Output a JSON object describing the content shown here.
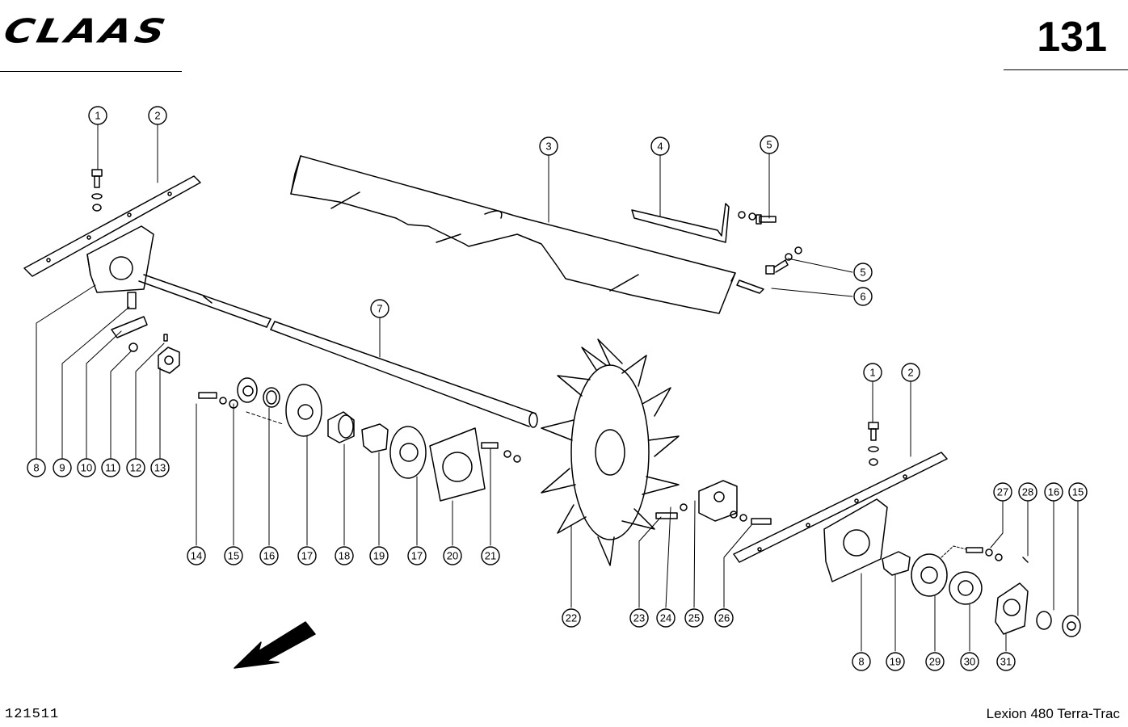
{
  "header": {
    "brand": "CLAAS",
    "page_number": "131"
  },
  "footer": {
    "doc_id": "121511",
    "model": "Lexion 480 Terra-Trac"
  },
  "callouts": [
    {
      "id": "c1a",
      "label": "1"
    },
    {
      "id": "c2a",
      "label": "2"
    },
    {
      "id": "c3",
      "label": "3"
    },
    {
      "id": "c4",
      "label": "4"
    },
    {
      "id": "c5a",
      "label": "5"
    },
    {
      "id": "c5b",
      "label": "5"
    },
    {
      "id": "c6",
      "label": "6"
    },
    {
      "id": "c7",
      "label": "7"
    },
    {
      "id": "c8a",
      "label": "8"
    },
    {
      "id": "c9",
      "label": "9"
    },
    {
      "id": "c10",
      "label": "10"
    },
    {
      "id": "c11",
      "label": "11"
    },
    {
      "id": "c12",
      "label": "12"
    },
    {
      "id": "c13",
      "label": "13"
    },
    {
      "id": "c14",
      "label": "14"
    },
    {
      "id": "c15a",
      "label": "15"
    },
    {
      "id": "c16a",
      "label": "16"
    },
    {
      "id": "c17a",
      "label": "17"
    },
    {
      "id": "c18",
      "label": "18"
    },
    {
      "id": "c19a",
      "label": "19"
    },
    {
      "id": "c17b",
      "label": "17"
    },
    {
      "id": "c20",
      "label": "20"
    },
    {
      "id": "c21",
      "label": "21"
    },
    {
      "id": "c22",
      "label": "22"
    },
    {
      "id": "c23",
      "label": "23"
    },
    {
      "id": "c24",
      "label": "24"
    },
    {
      "id": "c25",
      "label": "25"
    },
    {
      "id": "c26",
      "label": "26"
    },
    {
      "id": "c1b",
      "label": "1"
    },
    {
      "id": "c2b",
      "label": "2"
    },
    {
      "id": "c27",
      "label": "27"
    },
    {
      "id": "c28",
      "label": "28"
    },
    {
      "id": "c16b",
      "label": "16"
    },
    {
      "id": "c15b",
      "label": "15"
    },
    {
      "id": "c8b",
      "label": "8"
    },
    {
      "id": "c19b",
      "label": "19"
    },
    {
      "id": "c29",
      "label": "29"
    },
    {
      "id": "c30",
      "label": "30"
    },
    {
      "id": "c31",
      "label": "31"
    }
  ]
}
